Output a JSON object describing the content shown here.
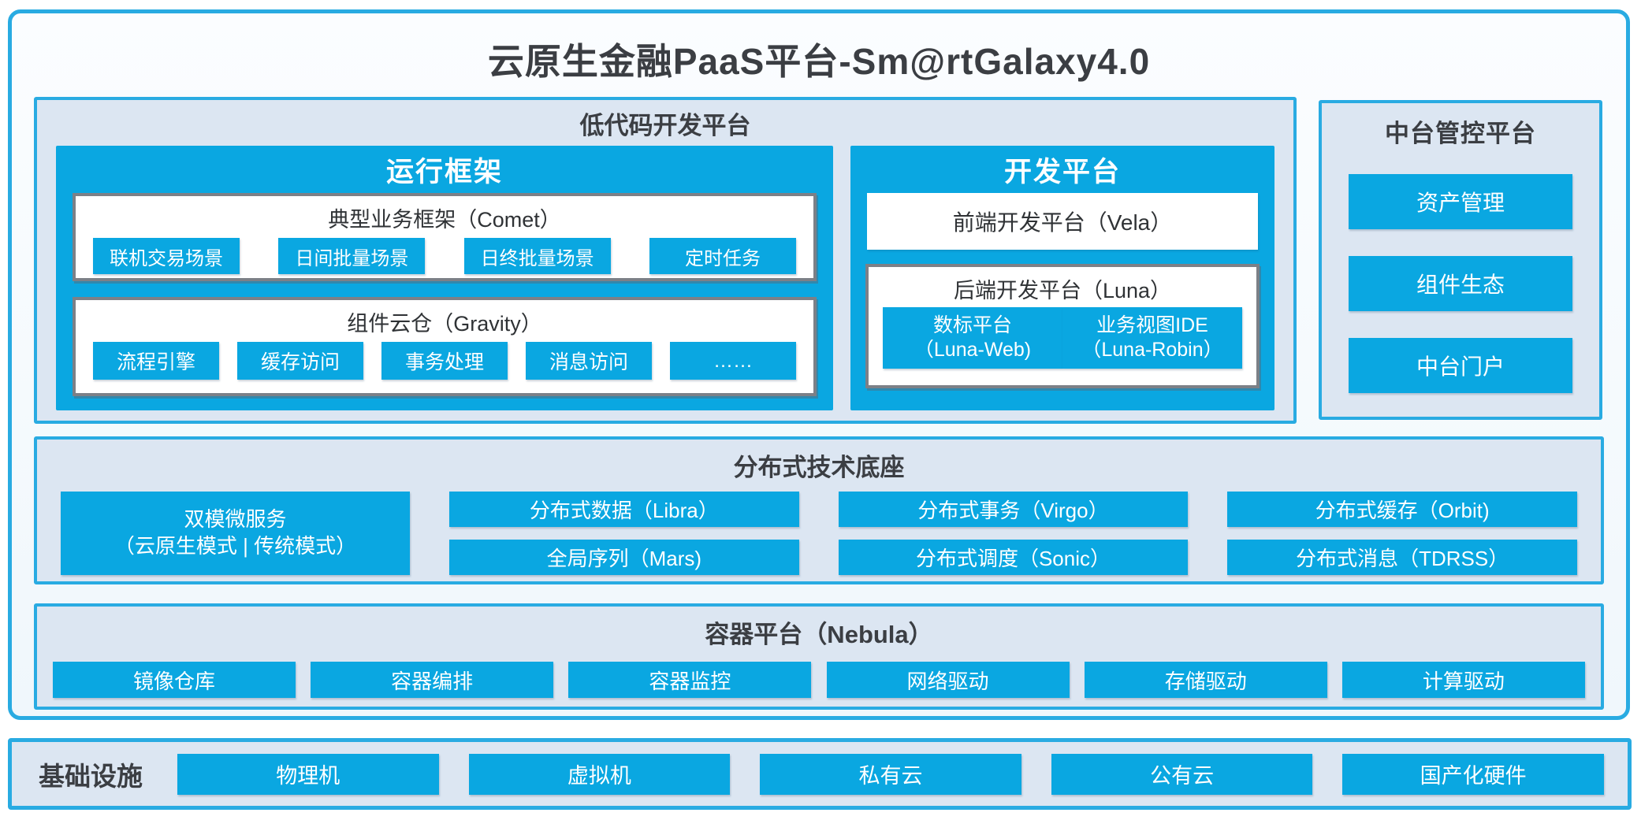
{
  "title": "云原生金融PaaS平台-Sm@rtGalaxy4.0",
  "colors": {
    "accent_blue": "#0AA7E1",
    "border_blue": "#29ABE2",
    "panel_background": "#DCE6F2",
    "gray_border": "#7C8087",
    "dark_text": "#3B3E43"
  },
  "low_code": {
    "title": "低代码开发平台",
    "runtime": {
      "title": "运行框架",
      "comet": {
        "title": "典型业务框架（Comet）",
        "items": [
          "联机交易场景",
          "日间批量场景",
          "日终批量场景",
          "定时任务"
        ]
      },
      "gravity": {
        "title": "组件云仓（Gravity）",
        "items": [
          "流程引擎",
          "缓存访问",
          "事务处理",
          "消息访问",
          "……"
        ]
      }
    },
    "dev": {
      "title": "开发平台",
      "vela": "前端开发平台（Vela）",
      "luna": {
        "title": "后端开发平台（Luna）",
        "items": [
          {
            "line1": "数标平台",
            "line2": "（Luna-Web)"
          },
          {
            "line1": "业务视图IDE",
            "line2": "（Luna-Robin）"
          }
        ]
      }
    }
  },
  "mid_platform": {
    "title": "中台管控平台",
    "items": [
      "资产管理",
      "组件生态",
      "中台门户"
    ]
  },
  "distributed": {
    "title": "分布式技术底座",
    "dual": {
      "line1": "双模微服务",
      "line2": "（云原生模式 | 传统模式）"
    },
    "columns": [
      [
        "分布式数据（Libra）",
        "全局序列（Mars)"
      ],
      [
        "分布式事务（Virgo）",
        "分布式调度（Sonic）"
      ],
      [
        "分布式缓存（Orbit)",
        "分布式消息（TDRSS）"
      ]
    ]
  },
  "container_platform": {
    "title": "容器平台（Nebula）",
    "items": [
      "镜像仓库",
      "容器编排",
      "容器监控",
      "网络驱动",
      "存储驱动",
      "计算驱动"
    ]
  },
  "infrastructure": {
    "title": "基础设施",
    "items": [
      "物理机",
      "虚拟机",
      "私有云",
      "公有云",
      "国产化硬件"
    ]
  }
}
